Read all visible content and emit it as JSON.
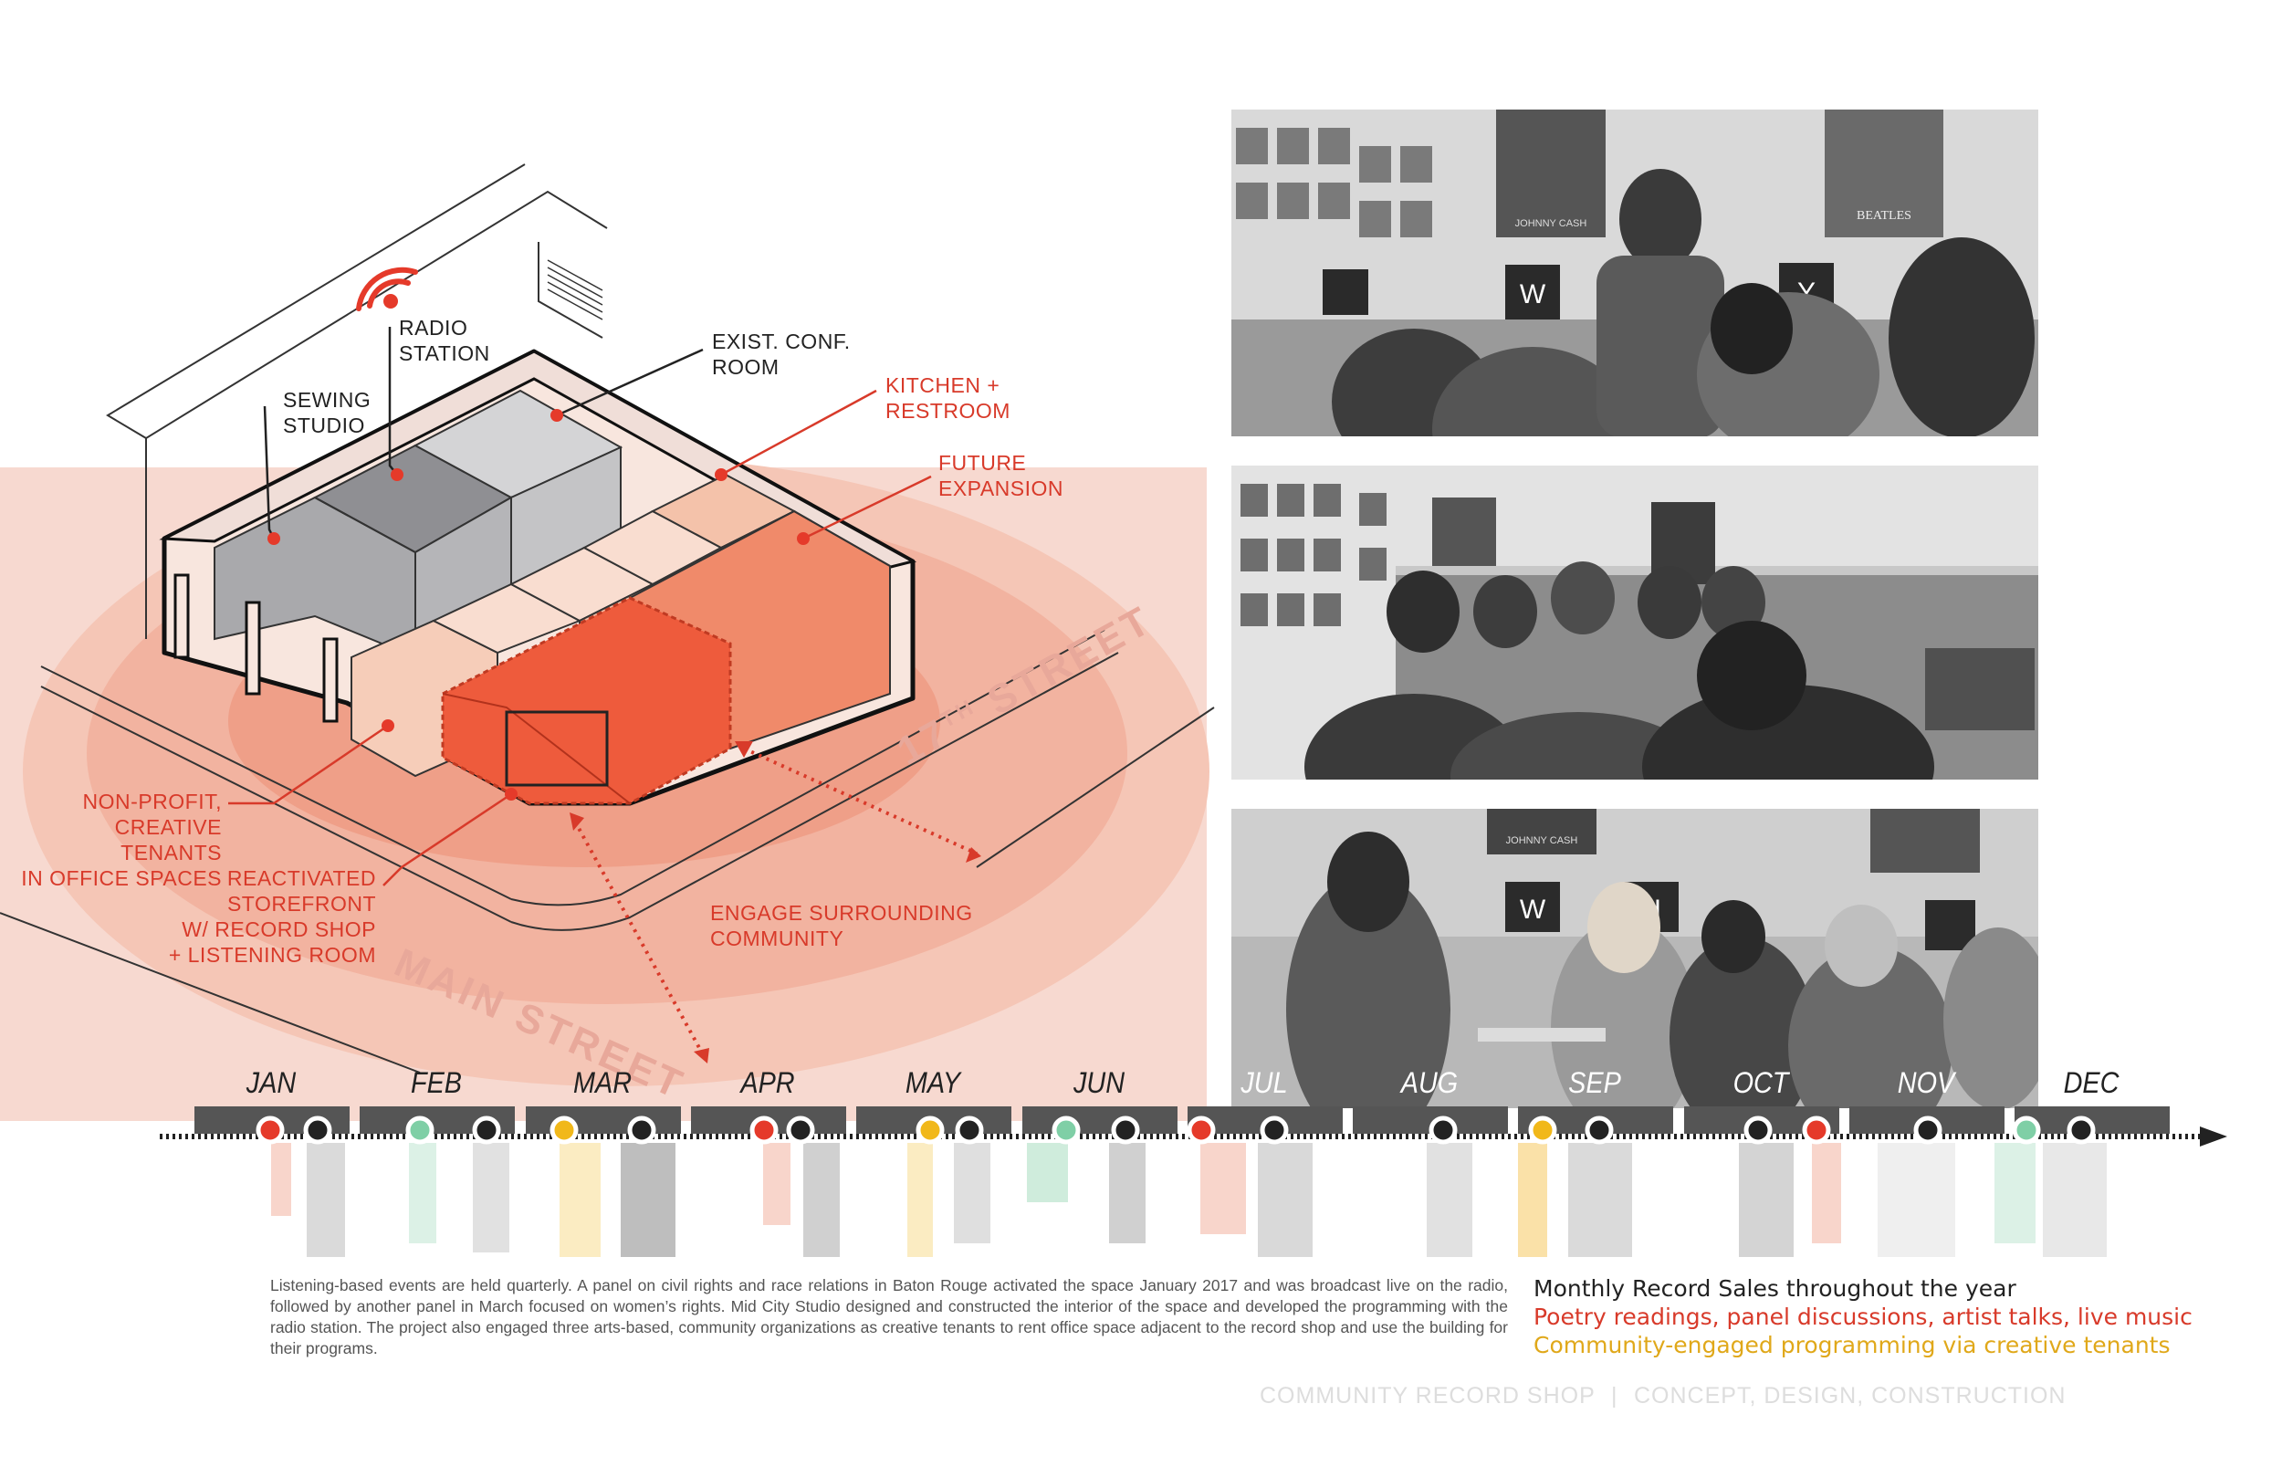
{
  "labels": {
    "radio_line1": "RADIO",
    "radio_line2": "STATION",
    "sewing_line1": "SEWING",
    "sewing_line2": "STUDIO",
    "conf_line1": "EXIST. CONF.",
    "conf_line2": "ROOM",
    "kitchen_line1": "KITCHEN +",
    "kitchen_line2": "RESTROOM",
    "future_line1": "FUTURE",
    "future_line2": "EXPANSION",
    "nonprofit_line1": "NON-PROFIT,",
    "nonprofit_line2": "CREATIVE TENANTS",
    "nonprofit_line3": "IN OFFICE SPACES",
    "storefront_line1": "REACTIVATED",
    "storefront_line2": "STOREFRONT",
    "storefront_line3": "W/ RECORD SHOP",
    "storefront_line4": "+ LISTENING ROOM",
    "engage_line1": "ENGAGE SURROUNDING",
    "engage_line2": "COMMUNITY",
    "street_17th_pre": "17",
    "street_17th_sup": "TH",
    "street_17th_post": " STREET",
    "street_main": "MAIN STREET"
  },
  "photos": {
    "letter_w": "W",
    "letter_h": "H",
    "letter_y": "Y",
    "poster_cash": "JOHNNY CASH",
    "poster_beatles": "BEATLES"
  },
  "timeline": {
    "months": [
      "JAN",
      "FEB",
      "MAR",
      "APR",
      "MAY",
      "JUN",
      "JUL",
      "AUG",
      "SEP",
      "OCT",
      "NOV",
      "DEC"
    ],
    "dot_colors": {
      "red": "#e53a2a",
      "green": "#7fcfa6",
      "yellow": "#f1b81a",
      "black": "#222222"
    }
  },
  "caption": "Listening-based events are held quarterly. A panel on civil rights and race relations in Baton Rouge activated the space January 2017 and was broadcast live on the radio, followed by another panel in March focused on women’s rights.  Mid City Studio designed and constructed  the interior of the space and developed the programming with the radio station. The project also engaged three arts-based, community organizations as creative tenants to rent office space adjacent to the record shop and use the building for their programs.",
  "legend": {
    "line1": "Monthly Record Sales throughout the year",
    "line2": "Poetry readings, panel discussions, artist talks, live music",
    "line3": "Community-engaged programming via creative tenants",
    "color1": "#222222",
    "color2": "#d83a2a",
    "color3": "#e0a81a"
  },
  "footer": {
    "left": "COMMUNITY RECORD SHOP",
    "separator": "|",
    "right": "CONCEPT, DESIGN, CONSTRUCTION"
  }
}
